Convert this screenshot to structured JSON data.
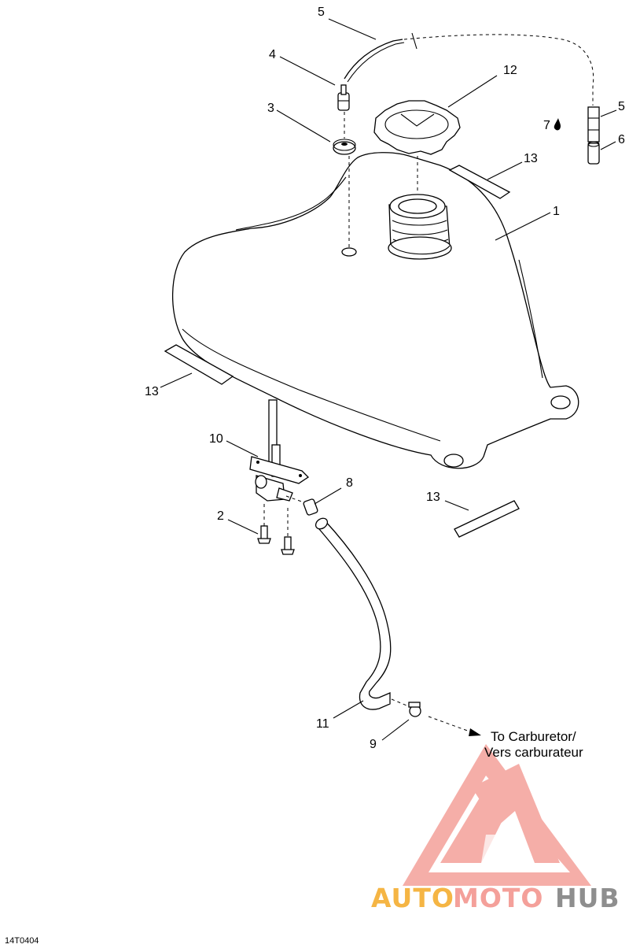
{
  "callouts": [
    {
      "id": "c5a",
      "label": "5"
    },
    {
      "id": "c4",
      "label": "4"
    },
    {
      "id": "c12",
      "label": "12"
    },
    {
      "id": "c3",
      "label": "3"
    },
    {
      "id": "c5b",
      "label": "5"
    },
    {
      "id": "c7",
      "label": "7"
    },
    {
      "id": "c6",
      "label": "6"
    },
    {
      "id": "c13a",
      "label": "13"
    },
    {
      "id": "c1",
      "label": "1"
    },
    {
      "id": "c13b",
      "label": "13"
    },
    {
      "id": "c10",
      "label": "10"
    },
    {
      "id": "c8",
      "label": "8"
    },
    {
      "id": "c2",
      "label": "2"
    },
    {
      "id": "c13c",
      "label": "13"
    },
    {
      "id": "c11",
      "label": "11"
    },
    {
      "id": "c9",
      "label": "9"
    }
  ],
  "destination": {
    "line1": "To Carburetor/",
    "line2": "Vers carburateur"
  },
  "drawing_code": "14T0404",
  "watermark": {
    "part1": "AUTO",
    "part2": "MOTO",
    "part3": "HUB",
    "color_main": "#f4a09a",
    "color_orange": "#f5b544",
    "color_gray": "#8e8e8e"
  }
}
